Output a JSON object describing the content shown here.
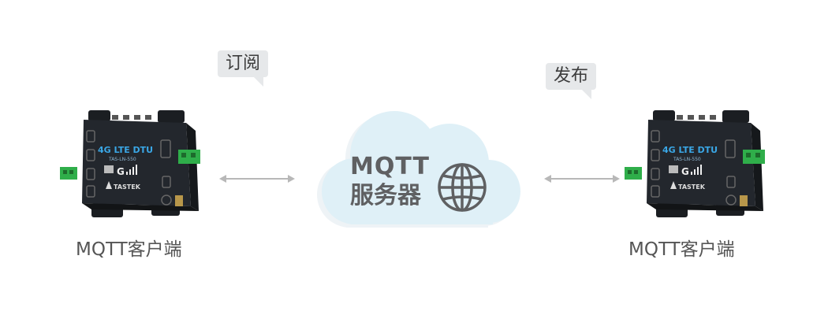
{
  "bubbles": {
    "subscribe": "订阅",
    "publish": "发布"
  },
  "server": {
    "line1": "MQTT",
    "line2": "服务器"
  },
  "clients": {
    "left_label": "MQTT客户端",
    "right_label": "MQTT客户端"
  },
  "device": {
    "model_line": "4G LTE DTU",
    "sub_line": "TAS-LN-550",
    "signal_text": "G",
    "brand": "TASTEK"
  },
  "colors": {
    "cloud": "#dff0f7",
    "cloud_shadow": "#eef3f6",
    "arrow": "#b8b8b8",
    "device_body": "#1f2329",
    "terminal": "#2fae4a",
    "accent": "#3aa7e6"
  }
}
